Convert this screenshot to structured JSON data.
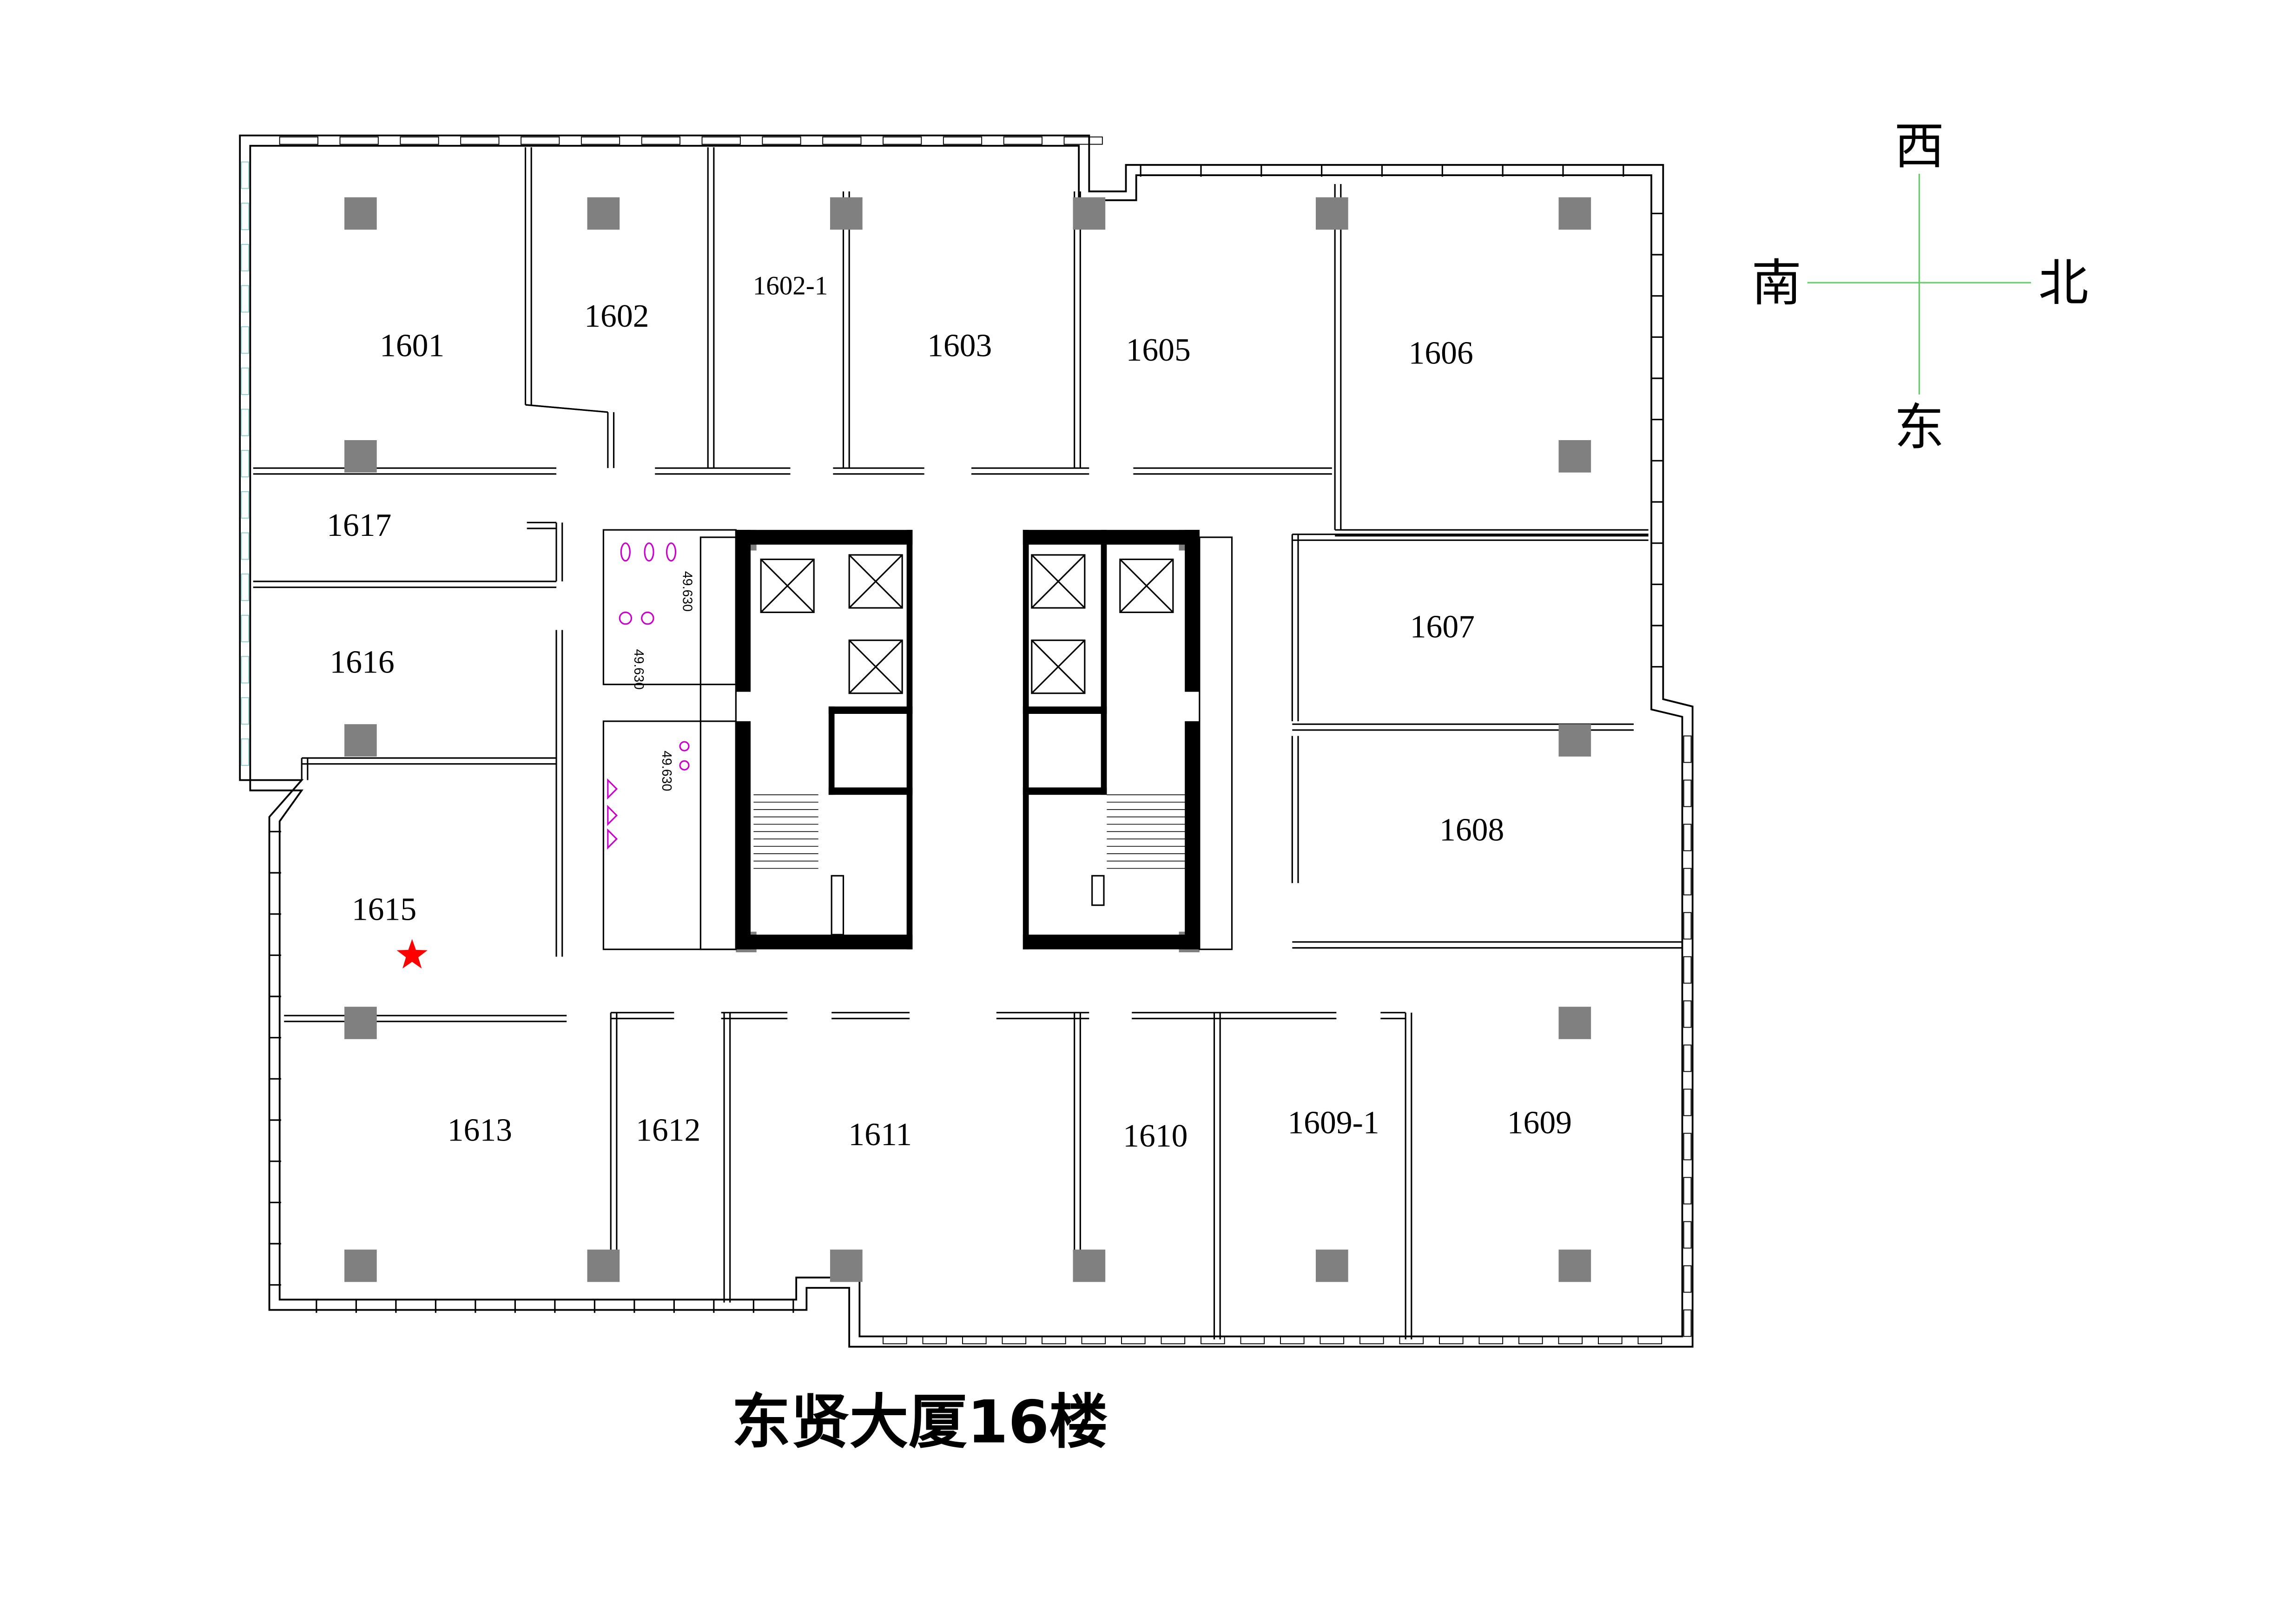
{
  "title": "东贤大厦16楼",
  "compass": {
    "north_top": "西",
    "left": "南",
    "right": "北",
    "bottom": "东"
  },
  "rooms": [
    "1601",
    "1602",
    "1602-1",
    "1603",
    "1605",
    "1606",
    "1617",
    "1616",
    "1615",
    "1607",
    "1608",
    "1613",
    "1612",
    "1611",
    "1610",
    "1609-1",
    "1609"
  ],
  "marked_room": "1615",
  "elevation_labels": [
    "49.630",
    "49.630",
    "49.630"
  ],
  "colors": {
    "marker": "#ff0000",
    "column": "#808080",
    "compass": "#66cc66",
    "fixture": "#cc00cc",
    "door": "#00bcd4",
    "window": "#8888ff"
  }
}
